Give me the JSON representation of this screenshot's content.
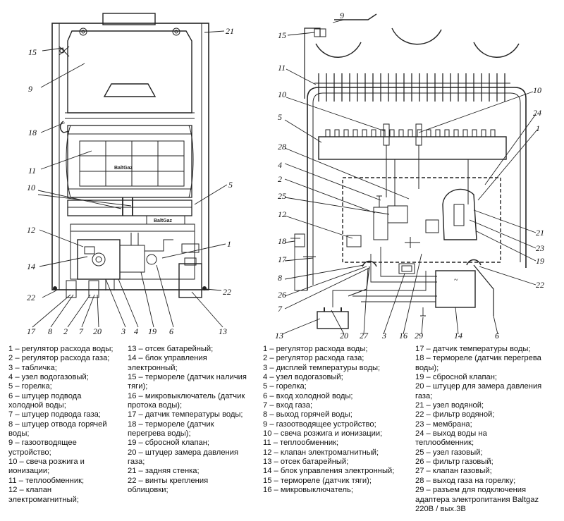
{
  "left_drawing": {
    "callouts": [
      "15",
      "9",
      "18",
      "11",
      "10",
      "12",
      "14",
      "22",
      "21",
      "5",
      "1",
      "22",
      "17",
      "8",
      "2",
      "7",
      "20",
      "3",
      "4",
      "19",
      "6",
      "13"
    ],
    "brand_labels": [
      "BaltGaz",
      "BaltGaz"
    ]
  },
  "right_drawing": {
    "callouts": [
      "9",
      "15",
      "11",
      "10",
      "10",
      "24",
      "1",
      "5",
      "28",
      "4",
      "2",
      "25",
      "12",
      "18",
      "17",
      "8",
      "26",
      "7",
      "21",
      "23",
      "19",
      "22",
      "13",
      "20",
      "27",
      "3",
      "16",
      "29",
      "14",
      "6"
    ],
    "panel_mark": "~"
  },
  "legend": {
    "col1": [
      "1 – регулятор расхода воды;",
      "2 – регулятор расхода газа;",
      "3 – табличка;",
      "4 – узел водогазовый;",
      "5 – горелка;",
      "6 – штуцер подвода\nхолодной воды;",
      "7 – штуцер подвода газа;",
      "8 – штуцер отвода горячей\nводы;",
      "9 – газоотводящее\nустройство;",
      "10 – свеча розжига и\nионизации;",
      "11 – теплообменник;",
      "12 – клапан\nэлектромагнитный;"
    ],
    "col2": [
      "13 – отсек батарейный;",
      "14 – блок управления\nэлектронный;",
      "15 – термореле (датчик наличия\nтяги);",
      "16 – микровыключатель (датчик\nпротока воды);",
      "17 – датчик температуры воды;",
      "18 – термореле (датчик\nперегрева воды);",
      "19 – сбросной клапан;",
      "20 – штуцер замера давления\nгаза;",
      "21 – задняя стенка;",
      "22 – винты крепления\nоблицовки;"
    ],
    "col3": [
      "1 – регулятор расхода воды;",
      "2 – регулятор расхода газа;",
      "3 – дисплей температуры воды;",
      "4 – узел водогазовый;",
      "5 – горелка;",
      "6 – вход холодной воды;",
      "7 – вход газа;",
      "8 – выход горячей воды;",
      "9 – газоотводящее устройство;",
      "10 – свеча розжига и ионизации;",
      "11 – теплообменник;",
      "12 – клапан электромагнитный;",
      "13 – отсек батарейный;",
      "14 – блок управления электронный;",
      "15 – термореле (датчик тяги);",
      "16 – микровыключатель;"
    ],
    "col4": [
      "17 – датчик температуры воды;",
      "18 – термореле (датчик перегрева\nводы);",
      "19 – сбросной клапан;",
      "20 – штуцер для замера давления газа;",
      "21 – узел водяной;",
      "22 – фильтр водяной;",
      "23 – мембрана;",
      "24 – выход воды на\nтеплообменник;",
      "25 – узел газовый;",
      "26 – фильтр газовый;",
      "27 – клапан газовый;",
      "28 – выход газа на горелку;",
      "29 – разъем для подключения\nадаптера электропитания Baltgaz\n220В / вых.3В"
    ]
  }
}
